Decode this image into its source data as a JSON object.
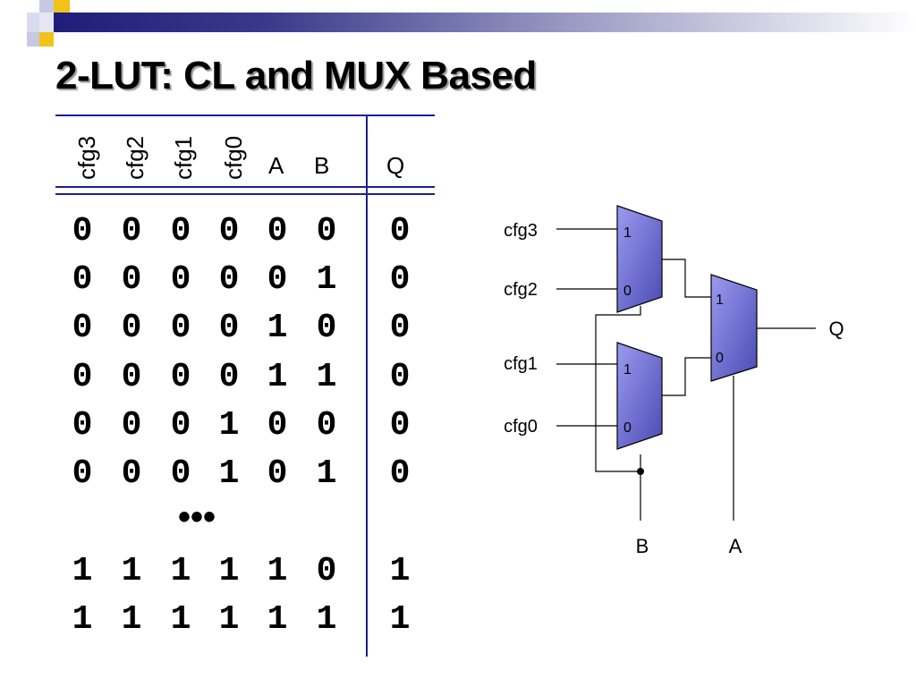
{
  "slide": {
    "title": "2-LUT: CL and MUX Based"
  },
  "truth_table": {
    "headers": [
      "cfg3",
      "cfg2",
      "cfg1",
      "cfg0",
      "A",
      "B",
      "Q"
    ],
    "rows_top": [
      [
        "0",
        "0",
        "0",
        "0",
        "0",
        "0",
        "0"
      ],
      [
        "0",
        "0",
        "0",
        "0",
        "0",
        "1",
        "0"
      ],
      [
        "0",
        "0",
        "0",
        "0",
        "1",
        "0",
        "0"
      ],
      [
        "0",
        "0",
        "0",
        "0",
        "1",
        "1",
        "0"
      ],
      [
        "0",
        "0",
        "0",
        "1",
        "0",
        "0",
        "0"
      ],
      [
        "0",
        "0",
        "0",
        "1",
        "0",
        "1",
        "0"
      ]
    ],
    "ellipsis": "•••",
    "rows_bottom": [
      [
        "1",
        "1",
        "1",
        "1",
        "1",
        "0",
        "1"
      ],
      [
        "1",
        "1",
        "1",
        "1",
        "1",
        "1",
        "1"
      ]
    ]
  },
  "circuit": {
    "inputs": [
      "cfg3",
      "cfg2",
      "cfg1",
      "cfg0"
    ],
    "mux_top": {
      "in1": "1",
      "in0": "0"
    },
    "mux_bottom": {
      "in1": "1",
      "in0": "0"
    },
    "mux_out": {
      "in1": "1",
      "in0": "0"
    },
    "output": "Q",
    "selects": {
      "b": "B",
      "a": "A"
    },
    "colors": {
      "mux_fill": "#8a8ae6",
      "mux_fill_dark": "#4a4ab4",
      "wire": "#000000"
    }
  },
  "theme": {
    "accent": "#1e1e8c",
    "highlight": "#f2c21b"
  }
}
